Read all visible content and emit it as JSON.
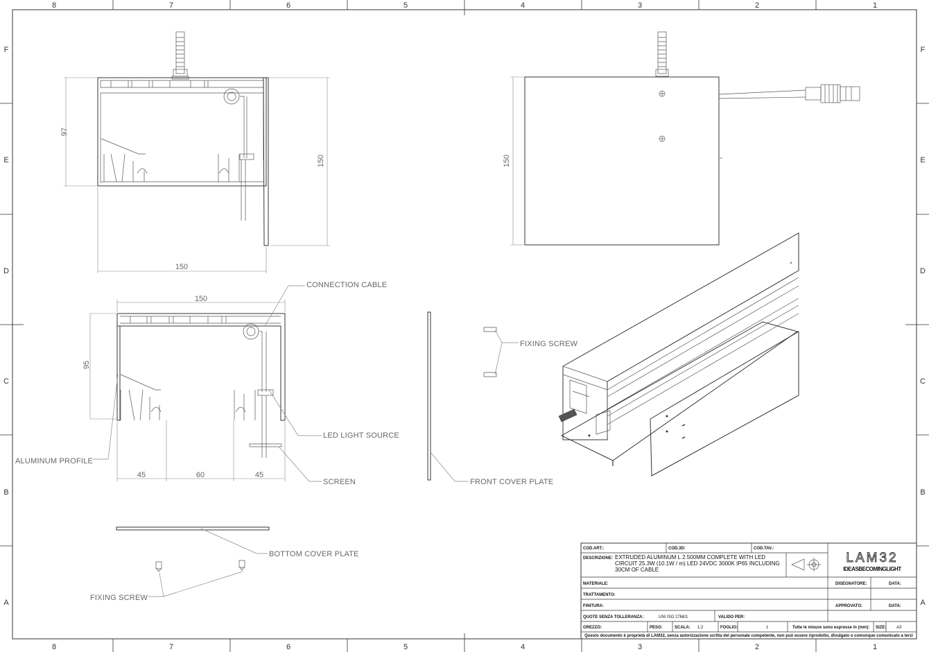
{
  "grid": {
    "columns": [
      "8",
      "7",
      "6",
      "5",
      "4",
      "3",
      "2",
      "1"
    ],
    "rows": [
      "F",
      "E",
      "D",
      "C",
      "B",
      "A"
    ]
  },
  "view_top_left": {
    "height_dim": "97",
    "width_dim": "150",
    "overall_height_dim": "150"
  },
  "view_top_right": {
    "height_dim": "150"
  },
  "view_section": {
    "width_dim": "150",
    "height_dim": "95",
    "base_dims": [
      "45",
      "60",
      "45"
    ]
  },
  "callouts": {
    "connection_cable": "CONNECTION CABLE",
    "led_light_source": "LED LIGHT SOURCE",
    "screen": "SCREEN",
    "aluminum_profile": "ALUMINUM PROFILE",
    "front_cover_plate": "FRONT COVER PLATE",
    "fixing_screw_upper": "FIXING SCREW",
    "fixing_screw_lower": "FIXING SCREW",
    "bottom_cover_plate": "BOTTOM COVER PLATE"
  },
  "title_block": {
    "cod_art_label": "COD.ART.:",
    "cod_3d_label": "COD.3D:",
    "cod_tav_label": "COD.TAV.:",
    "descrizione_label": "DESCRIZIONE:",
    "description_lines": [
      "EXTRUDED ALUMINUM L 2.500MM COMPLETE WITH LED",
      "CIRCUIT 25.3W (10.1W / m) LED 24VDC 3000K IP65 INCLUDING",
      "30CM OF CABLE"
    ],
    "materiale_label": "MATERIALE:",
    "trattamento_label": "TRATTAMENTO:",
    "finitura_label": "FINITURA:",
    "quote_label": "QUOTE SENZA TOLLERANZA:",
    "quote_value": "UNI ISO 2768/1",
    "valido_label": "VALIDO PER:",
    "grezzo_label": "GREZZO:",
    "peso_label": "PESO:",
    "scala_label": "SCALA:",
    "scala_value": "1:2",
    "foglio_label": "FOGLIO:",
    "foglio_value": "1",
    "misure_note": "Tutte le misure sono espresse in (mm):",
    "size_label": "SIZE:",
    "size_value": "A3",
    "disegnatore_label": "DISEGNATORE:",
    "approvato_label": "APPROVATO:",
    "data_label_1": "DATA:",
    "data_label_2": "DATA:",
    "logo_text": "LAM32",
    "tagline": "IDEASBECOMINGLIGHT",
    "footer_note": "Questo documento è proprietà di LAM32, senza autorizzazione scritta del personale competente, non può essere riprodotto, divulgato o comunque comunicato a terzi"
  }
}
